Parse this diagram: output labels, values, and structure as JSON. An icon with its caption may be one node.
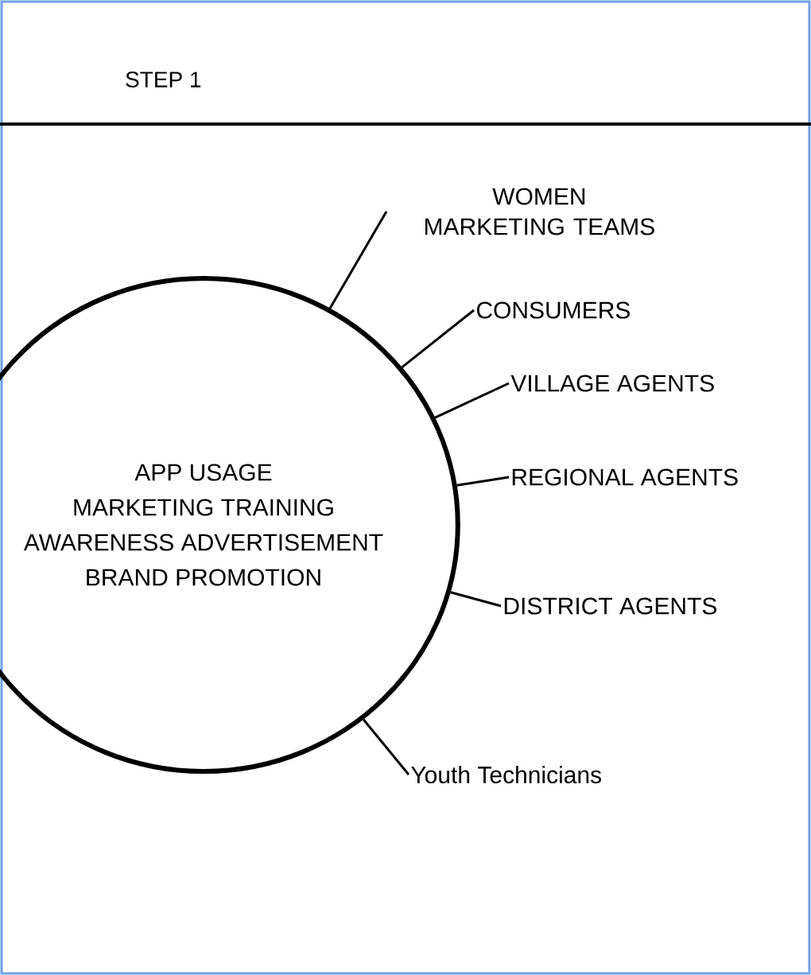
{
  "diagram": {
    "title": "STEP 1",
    "nodes": [
      {
        "text": [
          "APP USAGE",
          "MARKETING TRAINING",
          "AWARENESS ADVERTISEMENT",
          "BRAND PROMOTION"
        ]
      },
      {
        "text": [
          "WOMEN MARKETING TEAMS"
        ]
      },
      {
        "text": [
          "CONSUMERS"
        ]
      },
      {
        "text": [
          "VILLAGE AGENTS"
        ]
      },
      {
        "text": [
          "REGIONAL AGENTS"
        ]
      },
      {
        "text": [
          "DISTRICT AGENTS"
        ]
      },
      {
        "text": [
          "Youth Technicians"
        ]
      }
    ],
    "edges": [
      {
        "from": 0,
        "to": 1,
        "arrow": "none"
      },
      {
        "from": 0,
        "to": 2,
        "arrow": "none"
      },
      {
        "from": 0,
        "to": 3,
        "arrow": "none"
      },
      {
        "from": 0,
        "to": 4,
        "arrow": "none"
      },
      {
        "from": 0,
        "to": 5,
        "arrow": "none"
      },
      {
        "from": 0,
        "to": 6,
        "arrow": "none"
      }
    ]
  }
}
